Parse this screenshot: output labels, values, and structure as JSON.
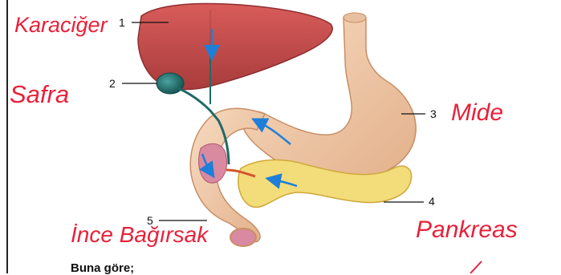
{
  "labels": [
    {
      "number": "1",
      "handwritten": "Karaciğer"
    },
    {
      "number": "2",
      "handwritten": "Safra"
    },
    {
      "number": "3",
      "handwritten": "Mide"
    },
    {
      "number": "4",
      "handwritten": "Pankreas"
    },
    {
      "number": "5",
      "handwritten": "İnce Bağırsak"
    }
  ],
  "footer": {
    "text": "Buna göre;"
  },
  "colors": {
    "ink": "#e8213a",
    "arrow": "#1e7fd8",
    "liver": "#c9504f",
    "stomach": "#f0c6a3",
    "pancreas": "#f3dc7a",
    "gallbladder": "#1f6a68"
  }
}
